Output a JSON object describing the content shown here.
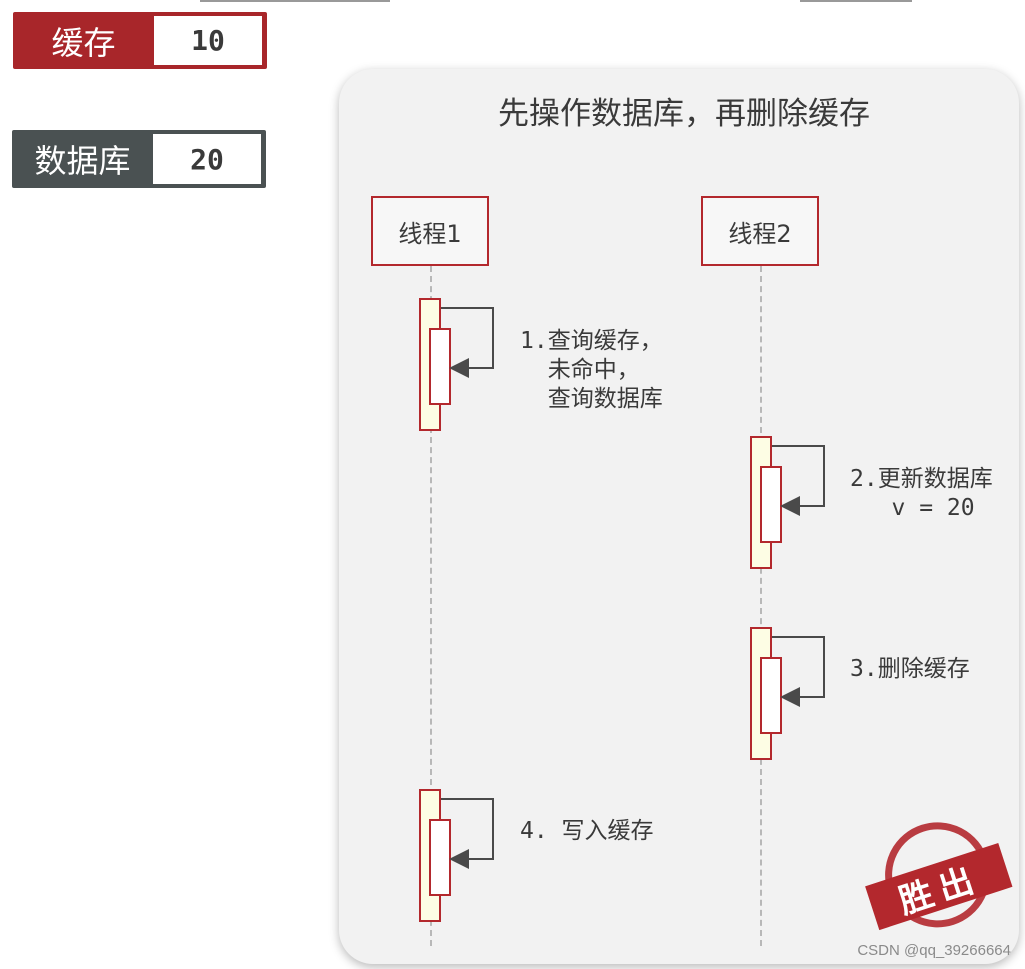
{
  "legend": {
    "cache": {
      "label": "缓存",
      "value": "10"
    },
    "database": {
      "label": "数据库",
      "value": "20"
    }
  },
  "diagram": {
    "title": "先操作数据库，再删除缓存",
    "threads": [
      {
        "label": "线程1"
      },
      {
        "label": "线程2"
      }
    ],
    "steps": [
      {
        "thread": 1,
        "text": "1.查询缓存，\n  未命中，\n  查询数据库"
      },
      {
        "thread": 2,
        "text": "2.更新数据库\n   v = 20"
      },
      {
        "thread": 2,
        "text": "3.删除缓存"
      },
      {
        "thread": 1,
        "text": "4. 写入缓存"
      }
    ]
  },
  "stamp": {
    "text": "胜出"
  },
  "watermark": "CSDN @qq_39266664",
  "colors": {
    "accent_red": "#b3282d",
    "dark_gray": "#4a5152",
    "panel": "#f2f2f2",
    "activation": "#fdfde4"
  }
}
